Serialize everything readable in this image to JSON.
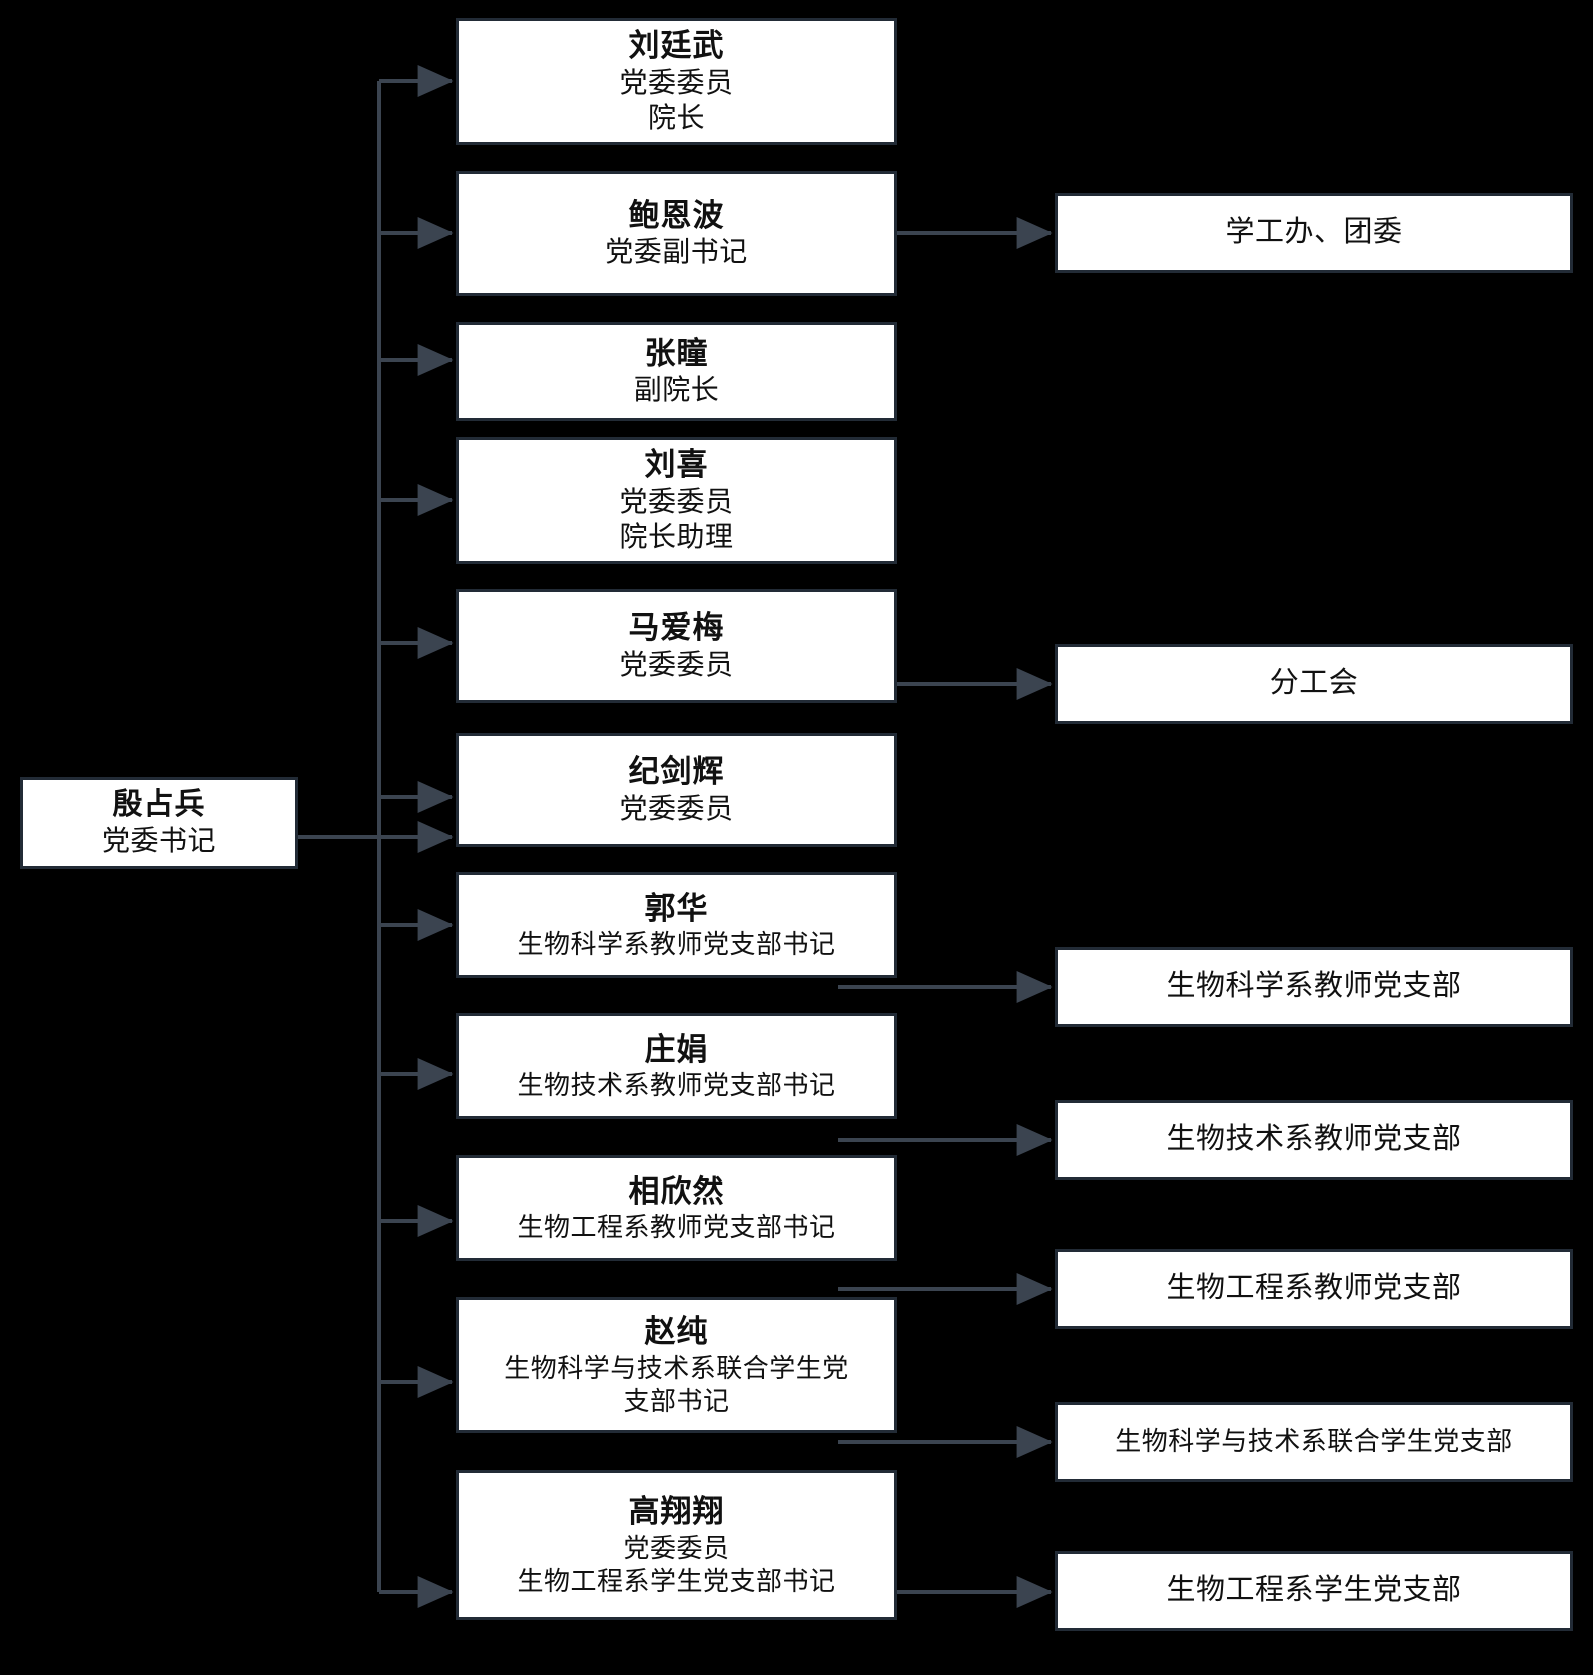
{
  "diagram": {
    "type": "org-chart",
    "title": "",
    "colors": {
      "background": "#000000",
      "node_fill": "#ffffff",
      "node_border": "#222b36",
      "connector": "#3b4450",
      "text": "#111111"
    },
    "root": {
      "name": "殷占兵",
      "title": "党委书记"
    },
    "members": [
      {
        "name": "刘廷武",
        "line1": "党委委员",
        "line2": "院长",
        "unit": null
      },
      {
        "name": "鲍恩波",
        "line1": "党委副书记",
        "line2": "",
        "unit": "学工办、团委"
      },
      {
        "name": "张瞳",
        "line1": "副院长",
        "line2": "",
        "unit": null
      },
      {
        "name": "刘喜",
        "line1": "党委委员",
        "line2": "院长助理",
        "unit": null
      },
      {
        "name": "马爱梅",
        "line1": "党委委员",
        "line2": "",
        "unit": "分工会"
      },
      {
        "name": "纪剑辉",
        "line1": "党委委员",
        "line2": "",
        "unit": null
      },
      {
        "name": "郭华",
        "line1": "生物科学系教师党支部书记",
        "line2": "",
        "unit": "生物科学系教师党支部"
      },
      {
        "name": "庄娟",
        "line1": "生物技术系教师党支部书记",
        "line2": "",
        "unit": "生物技术系教师党支部"
      },
      {
        "name": "相欣然",
        "line1": "生物工程系教师党支部书记",
        "line2": "",
        "unit": "生物工程系教师党支部"
      },
      {
        "name": "赵纯",
        "line1": "生物科学与技术系联合学生党",
        "line2": "支部书记",
        "unit": "生物科学与技术系联合学生党支部"
      },
      {
        "name": "高翔翔",
        "line1": "党委委员",
        "line2": "生物工程系学生党支部书记",
        "unit": "生物工程系学生党支部"
      }
    ]
  }
}
